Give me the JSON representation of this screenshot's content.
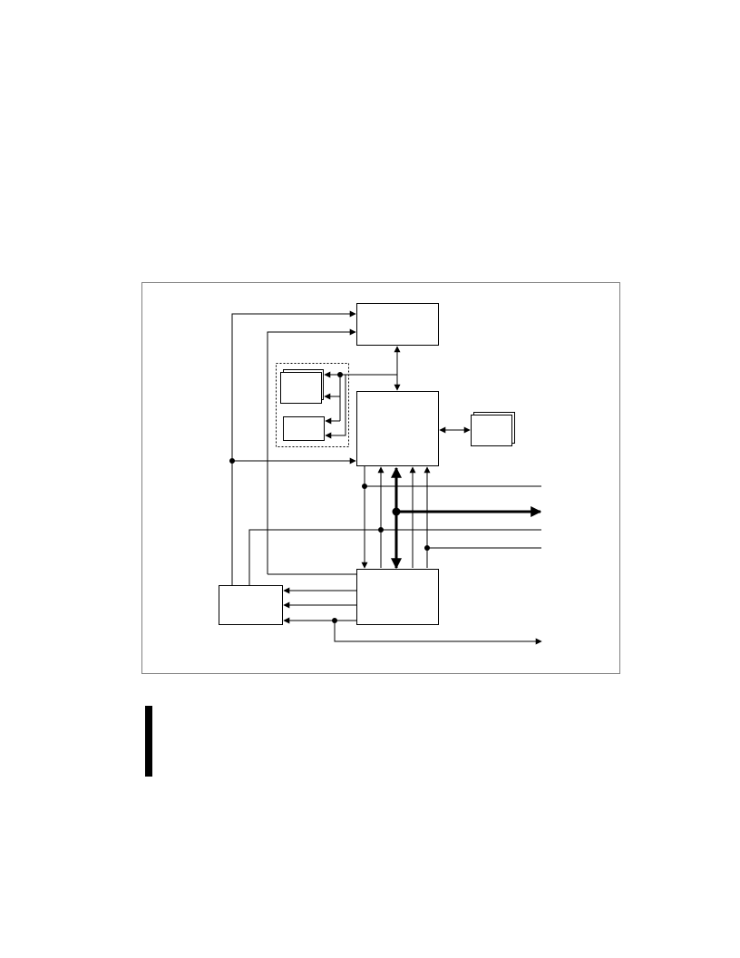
{
  "figure": {
    "frame_color": "#808080",
    "line_color": "#000000",
    "dotted_group_color": "#000000"
  },
  "blocks": [
    {
      "id": "top-block",
      "label": ""
    },
    {
      "id": "central-block",
      "label": ""
    },
    {
      "id": "stacked-block-left",
      "label": ""
    },
    {
      "id": "small-block-left",
      "label": ""
    },
    {
      "id": "stacked-block-right",
      "label": ""
    },
    {
      "id": "lower-block",
      "label": ""
    },
    {
      "id": "bottom-left-block",
      "label": ""
    }
  ],
  "margin_change_bar": {
    "color": "#000000"
  }
}
